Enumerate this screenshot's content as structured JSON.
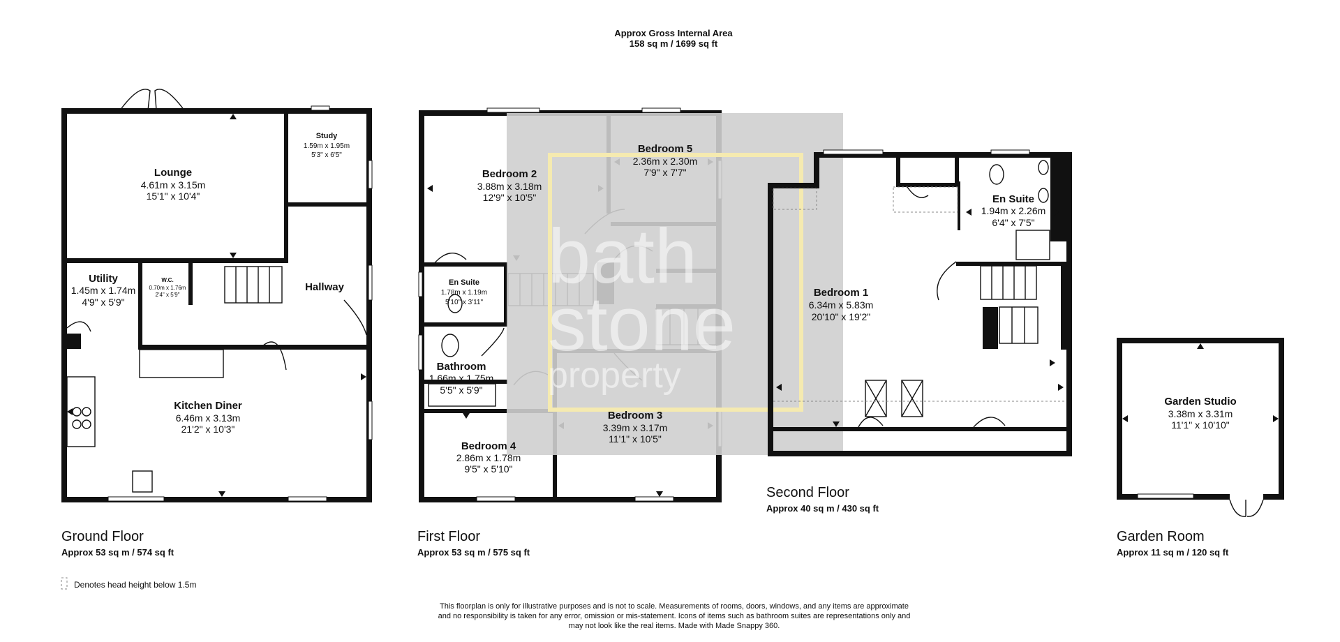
{
  "header": {
    "line1": "Approx Gross Internal Area",
    "line2": "158 sq m / 1699 sq ft"
  },
  "floors": {
    "ground": {
      "title": "Ground Floor",
      "area": "Approx 53 sq m / 574 sq ft",
      "rooms": {
        "lounge": {
          "name": "Lounge",
          "m": "4.61m x 3.15m",
          "ft": "15'1\" x 10'4\""
        },
        "study": {
          "name": "Study",
          "m": "1.59m x 1.95m",
          "ft": "5'3\" x 6'5\""
        },
        "utility": {
          "name": "Utility",
          "m": "1.45m x 1.74m",
          "ft": "4'9\" x 5'9\""
        },
        "wc": {
          "name": "W.C.",
          "m": "0.70m x 1.76m",
          "ft": "2'4\" x 5'9\""
        },
        "hallway": {
          "name": "Hallway"
        },
        "kitchen": {
          "name": "Kitchen Diner",
          "m": "6.46m x 3.13m",
          "ft": "21'2\" x 10'3\""
        }
      }
    },
    "first": {
      "title": "First Floor",
      "area": "Approx 53 sq m / 575 sq ft",
      "rooms": {
        "bedroom2": {
          "name": "Bedroom 2",
          "m": "3.88m x 3.18m",
          "ft": "12'9\" x 10'5\""
        },
        "bedroom5": {
          "name": "Bedroom 5",
          "m": "2.36m x 2.30m",
          "ft": "7'9\" x 7'7\""
        },
        "ensuite": {
          "name": "En Suite",
          "m": "1.78m x 1.19m",
          "ft": "5'10\" x 3'11\""
        },
        "bathroom": {
          "name": "Bathroom",
          "m": "1.66m x 1.75m",
          "ft": "5'5\" x 5'9\""
        },
        "bedroom4": {
          "name": "Bedroom 4",
          "m": "2.86m x 1.78m",
          "ft": "9'5\" x 5'10\""
        },
        "bedroom3": {
          "name": "Bedroom 3",
          "m": "3.39m x 3.17m",
          "ft": "11'1\" x 10'5\""
        }
      }
    },
    "second": {
      "title": "Second Floor",
      "area": "Approx 40 sq m / 430 sq ft",
      "rooms": {
        "bedroom1": {
          "name": "Bedroom 1",
          "m": "6.34m x 5.83m",
          "ft": "20'10\" x 19'2\""
        },
        "ensuite": {
          "name": "En Suite",
          "m": "1.94m x 2.26m",
          "ft": "6'4\" x 7'5\""
        }
      }
    },
    "garden": {
      "title": "Garden Room",
      "area": "Approx 11 sq m / 120 sq ft",
      "rooms": {
        "studio": {
          "name": "Garden Studio",
          "m": "3.38m x 3.31m",
          "ft": "11'1\" x 10'10\""
        }
      }
    }
  },
  "legend": {
    "text": "Denotes head height below 1.5m"
  },
  "disclaimer": {
    "line1": "This floorplan is only for illustrative purposes and is not to scale. Measurements of rooms, doors, windows, and any items are approximate",
    "line2": "and no responsibility is taken for any error, omission or mis-statement. Icons of items such as bathroom suites are representations only and",
    "line3": "may not look like the real items. Made with Made Snappy 360."
  },
  "watermark": {
    "line1": "bath",
    "line2": "stone",
    "line3": "property"
  },
  "colors": {
    "wall": "#111111",
    "watermark_box": "#cfcfcf",
    "watermark_frame": "#f5eab0"
  }
}
